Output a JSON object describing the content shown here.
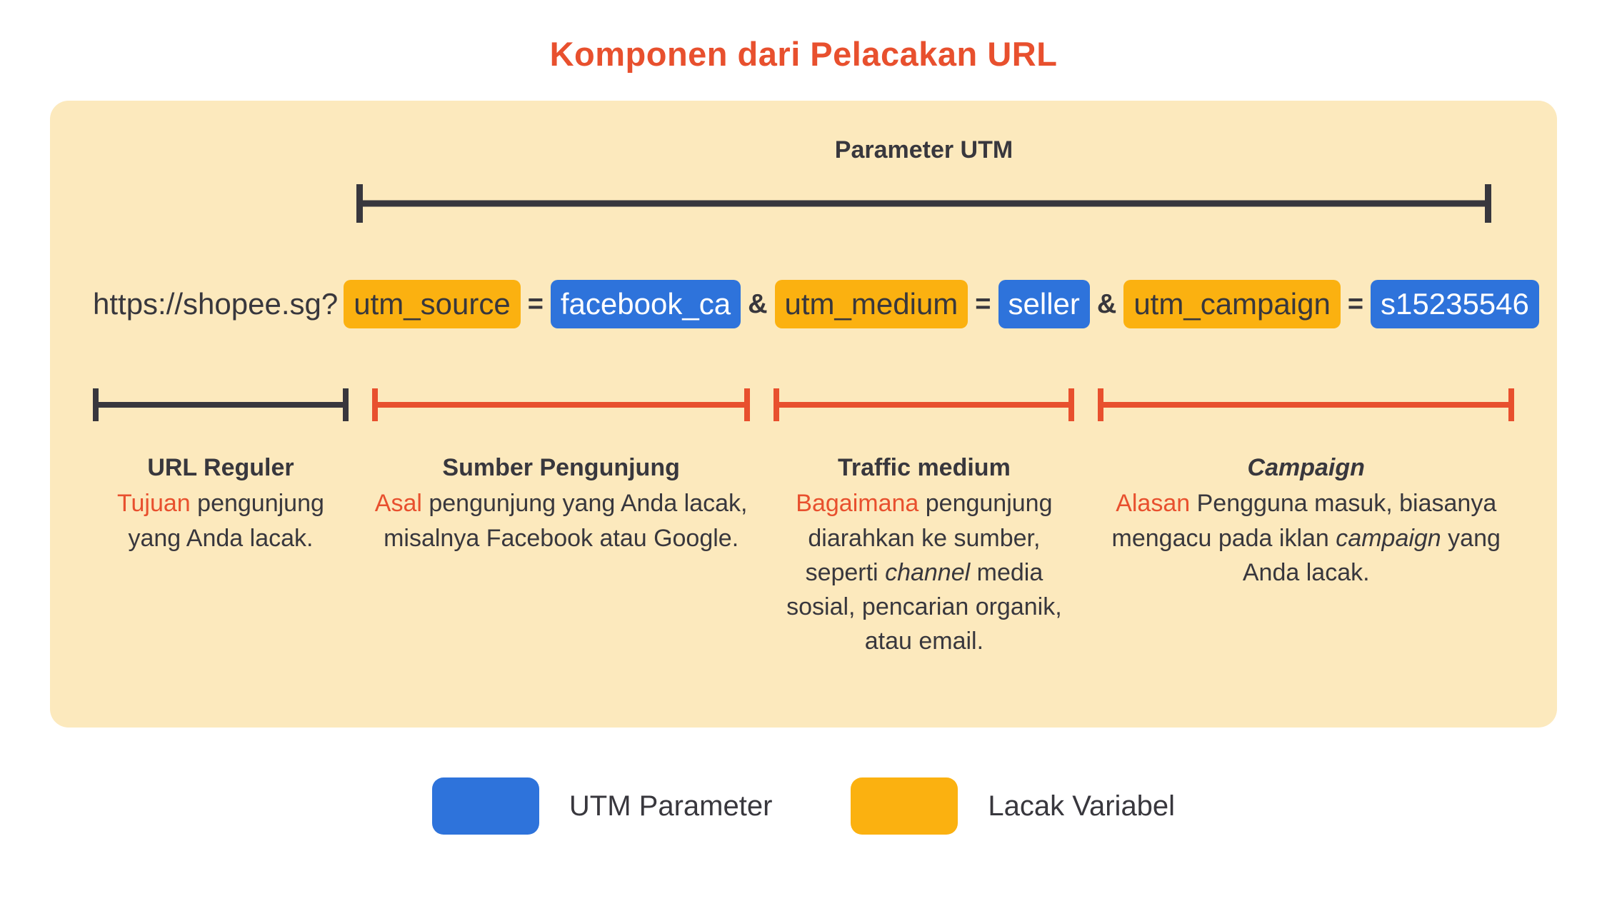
{
  "title": "Komponen dari Pelacakan URL",
  "colors": {
    "accent_red": "#E8502E",
    "chip_yellow": "#FBB110",
    "chip_blue": "#2E73DB",
    "card_bg": "#FCE9BD",
    "ink": "#38373D"
  },
  "utm_bracket": {
    "label": "Parameter UTM"
  },
  "url": {
    "prefix": "https://shopee.sg?",
    "segments": [
      {
        "text": "utm_source",
        "type": "variable"
      },
      {
        "text": "=",
        "type": "plain"
      },
      {
        "text": "facebook_ca",
        "type": "parameter"
      },
      {
        "text": "&",
        "type": "plain"
      },
      {
        "text": "utm_medium",
        "type": "variable"
      },
      {
        "text": "=",
        "type": "plain"
      },
      {
        "text": "seller",
        "type": "parameter"
      },
      {
        "text": "&",
        "type": "plain"
      },
      {
        "text": "utm_campaign",
        "type": "variable"
      },
      {
        "text": "=",
        "type": "plain"
      },
      {
        "text": "s15235546",
        "type": "parameter"
      }
    ]
  },
  "sections": [
    {
      "heading": "URL Reguler",
      "heading_style": "normal",
      "bracket": "black",
      "desc": [
        {
          "t": "Tujuan",
          "c": "red"
        },
        {
          "t": " pengunjung yang Anda lacak.",
          "c": ""
        }
      ]
    },
    {
      "heading": "Sumber Pengunjung",
      "heading_style": "normal",
      "bracket": "red",
      "desc": [
        {
          "t": "Asal",
          "c": "red"
        },
        {
          "t": " pengunjung yang Anda lacak, misalnya Facebook atau Google.",
          "c": ""
        }
      ]
    },
    {
      "heading": "Traffic medium",
      "heading_style": "normal",
      "bracket": "red",
      "desc": [
        {
          "t": "Bagaimana",
          "c": "red"
        },
        {
          "t": " pengunjung diarahkan ke sumber, seperti ",
          "c": ""
        },
        {
          "t": "channel",
          "c": "it"
        },
        {
          "t": " media sosial, pencarian organik, atau email.",
          "c": ""
        }
      ]
    },
    {
      "heading": "Campaign",
      "heading_style": "italic",
      "bracket": "red",
      "desc": [
        {
          "t": "Alasan",
          "c": "red"
        },
        {
          "t": " Pengguna masuk, biasanya mengacu pada iklan ",
          "c": ""
        },
        {
          "t": "campaign",
          "c": "it"
        },
        {
          "t": " yang Anda lacak.",
          "c": ""
        }
      ]
    }
  ],
  "legend": {
    "items": [
      {
        "label": "UTM Parameter",
        "swatch": "blue"
      },
      {
        "label": "Lacak Variabel",
        "swatch": "yellow"
      }
    ]
  }
}
